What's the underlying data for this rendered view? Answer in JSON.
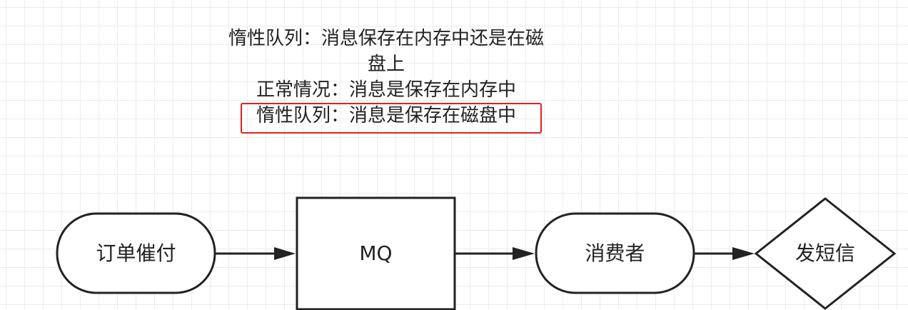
{
  "annotation": {
    "line1": "惰性队列：消息保存在内存中还是在磁",
    "line2": "盘上",
    "line3": "正常情况：消息是保存在内存中",
    "line4": "惰性队列：消息是保存在磁盘中"
  },
  "nodes": {
    "order": "订单催付",
    "mq": "MQ",
    "consumer": "消费者",
    "sms": "发短信"
  },
  "colors": {
    "stroke": "#222222",
    "highlight": "#e02020",
    "grid": "#ececec"
  }
}
